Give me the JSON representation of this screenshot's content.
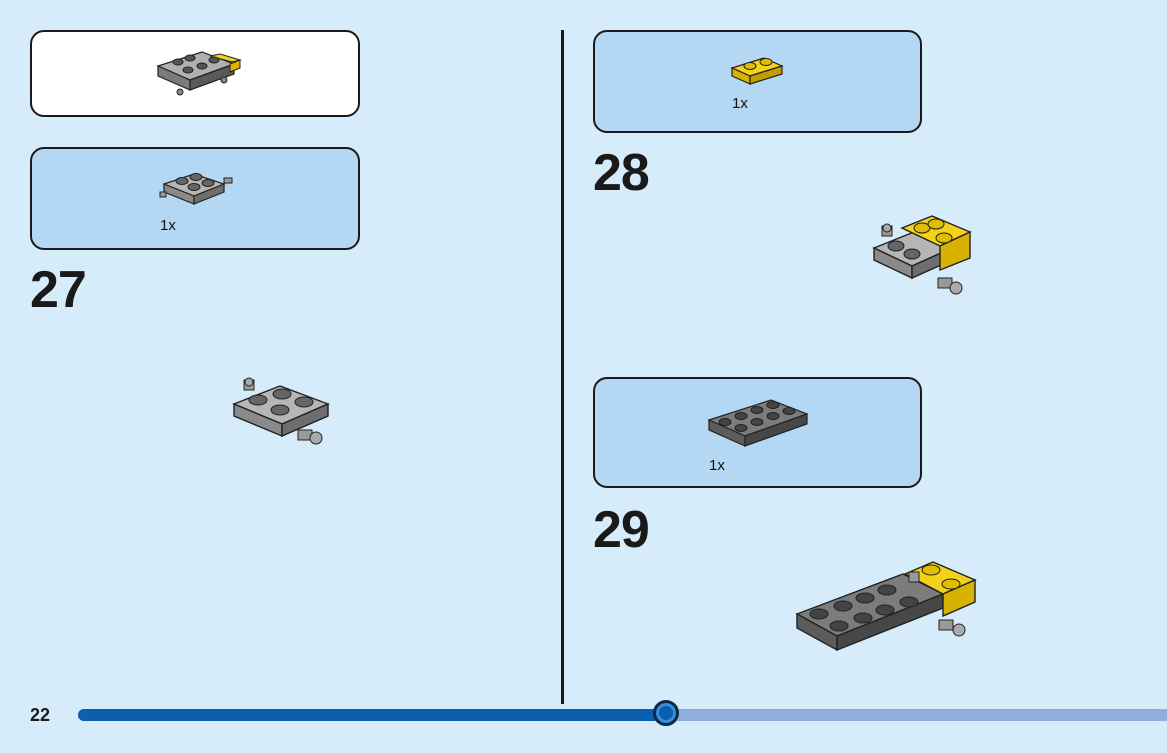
{
  "page": {
    "number": "22"
  },
  "progress": {
    "fraction": 0.54
  },
  "left": {
    "result_box": {
      "icon": "assembled-submodel-icon"
    },
    "parts_box": {
      "quantity": "1x",
      "icon": "gray-plate-2x2-wheel-holder-icon"
    },
    "step": {
      "number": "27",
      "icon": "gray-plate-with-wheel-holder-icon"
    }
  },
  "right": {
    "parts_box_1": {
      "quantity": "1x",
      "icon": "yellow-plate-1x2-icon"
    },
    "step_1": {
      "number": "28",
      "icon": "yellow-plate-on-gray-holder-icon"
    },
    "parts_box_2": {
      "quantity": "1x",
      "icon": "dark-gray-plate-2x4-icon"
    },
    "step_2": {
      "number": "29",
      "icon": "dark-gray-plate-assembly-icon"
    }
  },
  "colors": {
    "background": "#d6ecfb",
    "parts_box": "#b4d8f3",
    "brick_gray": "#9c9c9c",
    "brick_dark_gray": "#6b6b6b",
    "brick_yellow": "#f5d21a",
    "progress_fill": "#0a5fae",
    "progress_track": "#8eaedd"
  }
}
